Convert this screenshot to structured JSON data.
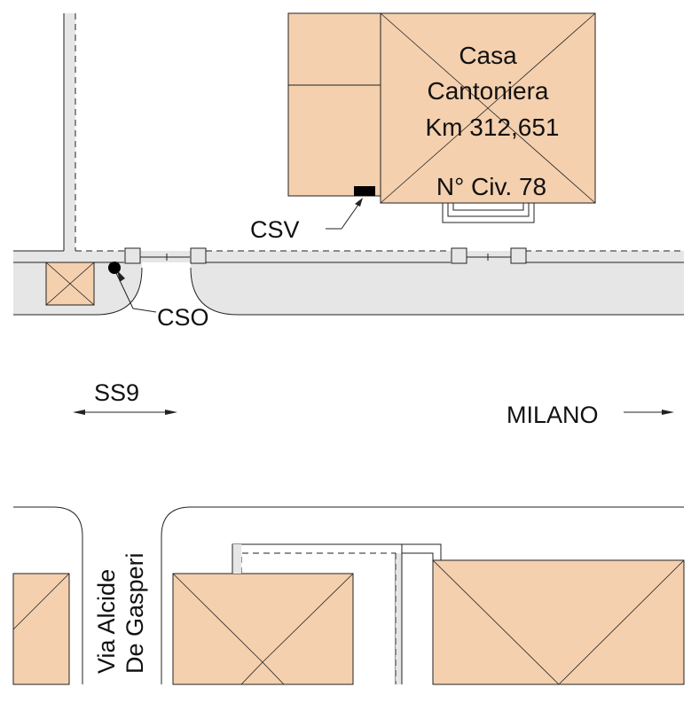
{
  "building": {
    "name_line1": "Casa",
    "name_line2": "Cantoniera",
    "km": "Km 312,651",
    "civic": "N° Civ. 78"
  },
  "labels": {
    "csv": "CSV",
    "cso": "CSO",
    "ss9": "SS9",
    "milano": "MILANO",
    "street_line1": "Via Alcide",
    "street_line2": "De Gasperi"
  },
  "colors": {
    "building_fill": "#f4d0ae",
    "sidewalk_fill": "#e6e6e6",
    "line": "#222222"
  }
}
